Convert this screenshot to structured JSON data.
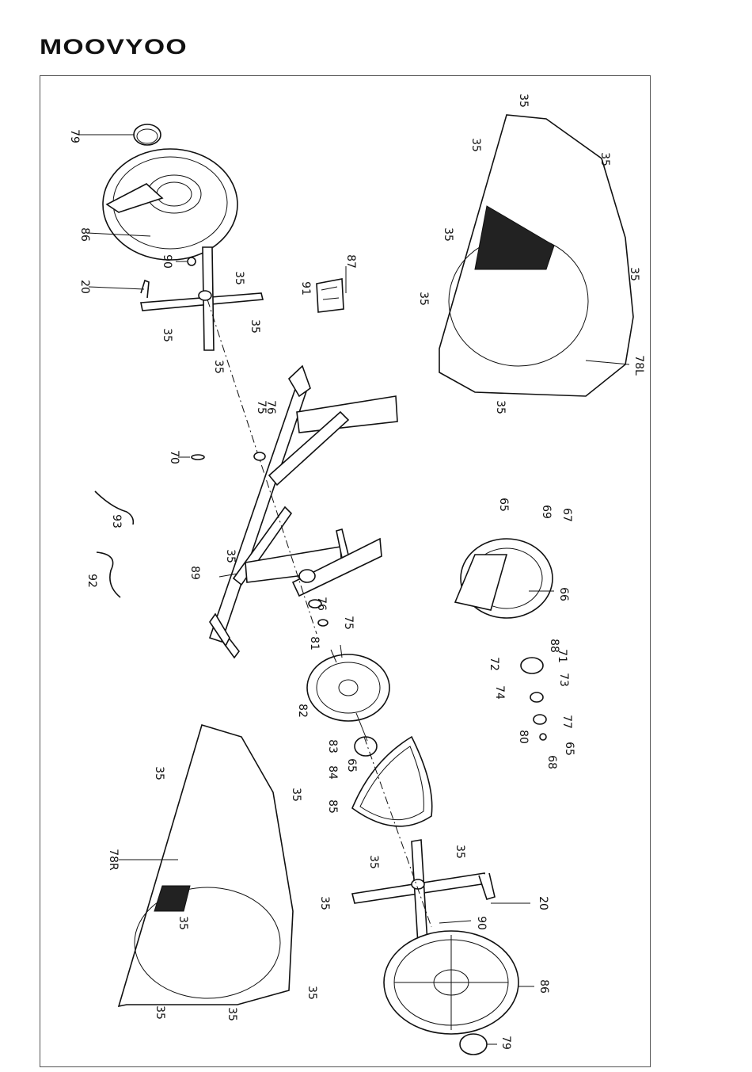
{
  "brand": "MOOVYOO",
  "parts": [
    {
      "id": "p79a",
      "text": "79"
    },
    {
      "id": "p86a",
      "text": "86"
    },
    {
      "id": "p90a",
      "text": "90"
    },
    {
      "id": "p20a",
      "text": "20"
    },
    {
      "id": "p35a1",
      "text": "35"
    },
    {
      "id": "p35a2",
      "text": "35"
    },
    {
      "id": "p35a3",
      "text": "35"
    },
    {
      "id": "p35a4",
      "text": "35"
    },
    {
      "id": "p87",
      "text": "87"
    },
    {
      "id": "p91",
      "text": "91"
    },
    {
      "id": "p76a",
      "text": "76"
    },
    {
      "id": "p75a",
      "text": "75"
    },
    {
      "id": "p70",
      "text": "70"
    },
    {
      "id": "p93",
      "text": "93"
    },
    {
      "id": "p92",
      "text": "92"
    },
    {
      "id": "p89",
      "text": "89"
    },
    {
      "id": "p35b",
      "text": "35"
    },
    {
      "id": "p76b",
      "text": "76"
    },
    {
      "id": "p75b",
      "text": "75"
    },
    {
      "id": "p81",
      "text": "81"
    },
    {
      "id": "p82",
      "text": "82"
    },
    {
      "id": "p83",
      "text": "83"
    },
    {
      "id": "p84",
      "text": "84"
    },
    {
      "id": "p65a",
      "text": "65"
    },
    {
      "id": "p85",
      "text": "85"
    },
    {
      "id": "p35c1",
      "text": "35"
    },
    {
      "id": "p35c2",
      "text": "35"
    },
    {
      "id": "p35c3",
      "text": "35"
    },
    {
      "id": "p35c4",
      "text": "35"
    },
    {
      "id": "p35c5",
      "text": "35"
    },
    {
      "id": "p78L",
      "text": "78L"
    },
    {
      "id": "p35c6",
      "text": "35"
    },
    {
      "id": "p35c7",
      "text": "35"
    },
    {
      "id": "p65b",
      "text": "65"
    },
    {
      "id": "p69",
      "text": "69"
    },
    {
      "id": "p67",
      "text": "67"
    },
    {
      "id": "p66",
      "text": "66"
    },
    {
      "id": "p88",
      "text": "88"
    },
    {
      "id": "p71",
      "text": "71"
    },
    {
      "id": "p72",
      "text": "72"
    },
    {
      "id": "p73",
      "text": "73"
    },
    {
      "id": "p74",
      "text": "74"
    },
    {
      "id": "p77",
      "text": "77"
    },
    {
      "id": "p80",
      "text": "80"
    },
    {
      "id": "p65c",
      "text": "65"
    },
    {
      "id": "p68",
      "text": "68"
    },
    {
      "id": "p35d1",
      "text": "35"
    },
    {
      "id": "p35d2",
      "text": "35"
    },
    {
      "id": "p78R",
      "text": "78R"
    },
    {
      "id": "p35d3",
      "text": "35"
    },
    {
      "id": "p35d4",
      "text": "35"
    },
    {
      "id": "p35d5",
      "text": "35"
    },
    {
      "id": "p35d6",
      "text": "35"
    },
    {
      "id": "p35d7",
      "text": "35"
    },
    {
      "id": "p35e1",
      "text": "35"
    },
    {
      "id": "p35e2",
      "text": "35"
    },
    {
      "id": "p20b",
      "text": "20"
    },
    {
      "id": "p90b",
      "text": "90"
    },
    {
      "id": "p86b",
      "text": "86"
    },
    {
      "id": "p79b",
      "text": "79"
    }
  ]
}
